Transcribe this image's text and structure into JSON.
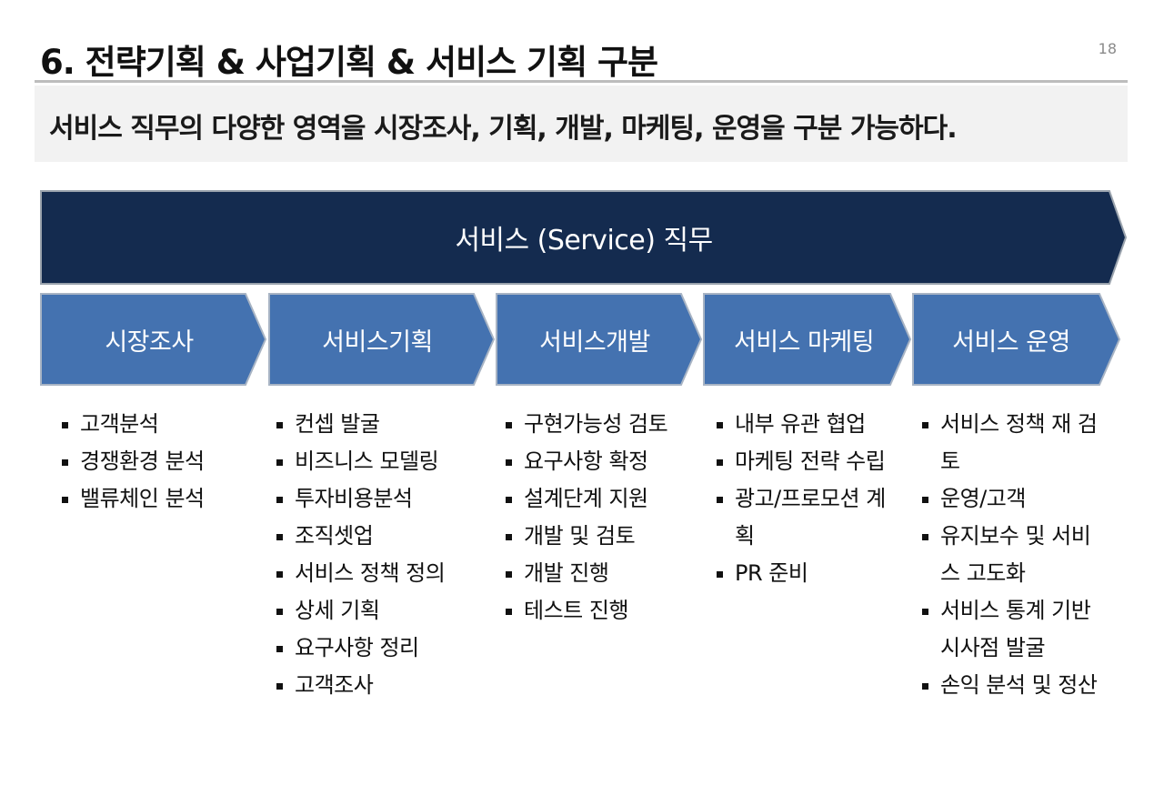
{
  "page_number": "18",
  "title": "6. 전략기획 & 사업기획 & 서비스 기획 구분",
  "subtitle": "서비스 직무의 다양한 영역을 시장조사, 기획, 개발, 마케팅, 운영을 구분 가능하다.",
  "banner": {
    "label": "서비스 (Service)  직무",
    "color": "#142b4f"
  },
  "step_color": "#4472b0",
  "steps": [
    {
      "label": "시장조사"
    },
    {
      "label": "서비스기획"
    },
    {
      "label": "서비스개발"
    },
    {
      "label": "서비스 마케팅"
    },
    {
      "label": "서비스 운영"
    }
  ],
  "columns": [
    {
      "items": [
        "고객분석",
        "경쟁환경 분석",
        "밸류체인 분석"
      ]
    },
    {
      "items": [
        "컨셉 발굴",
        "비즈니스 모델링",
        "투자비용분석",
        "조직셋업",
        "서비스 정책 정의",
        "상세 기획",
        "요구사항 정리",
        "고객조사"
      ]
    },
    {
      "items": [
        "구현가능성 검토",
        "요구사항 확정",
        "설계단계 지원",
        "개발 및 검토",
        "개발 진행",
        "테스트 진행"
      ]
    },
    {
      "items": [
        "내부 유관 협업",
        "마케팅 전략 수립",
        "광고/프로모션 계\n획",
        "PR 준비"
      ]
    },
    {
      "items": [
        "서비스 정책 재 검\n토",
        "운영/고객",
        "유지보수 및 서비\n스 고도화",
        "서비스 통계 기반\n시사점 발굴",
        "손익 분석 및 정산"
      ]
    }
  ]
}
